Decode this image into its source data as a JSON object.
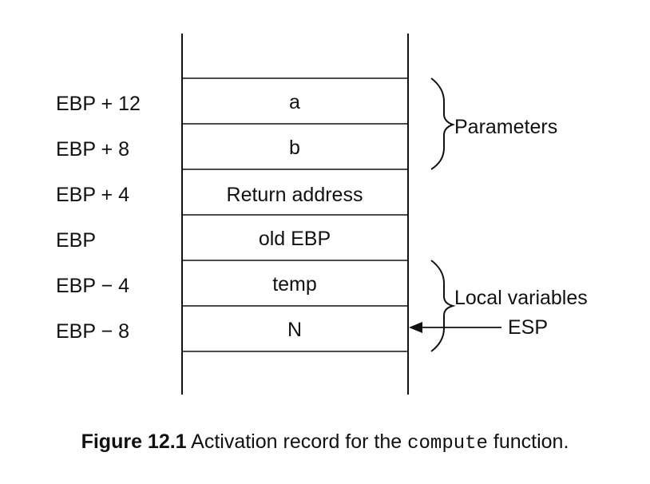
{
  "diagram": {
    "rows": [
      {
        "offset": "EBP + 12",
        "content": "a"
      },
      {
        "offset": "EBP + 8",
        "content": "b"
      },
      {
        "offset": "EBP + 4",
        "content": "Return address"
      },
      {
        "offset": "EBP",
        "content": "old EBP"
      },
      {
        "offset": "EBP − 4",
        "content": "temp"
      },
      {
        "offset": "EBP − 8",
        "content": "N"
      }
    ],
    "groups": {
      "parameters": "Parameters",
      "locals": "Local variables"
    },
    "pointer": "ESP"
  },
  "caption": {
    "label": "Figure 12.1",
    "text_before": " Activation record for the ",
    "code": "compute",
    "text_after": " function."
  }
}
